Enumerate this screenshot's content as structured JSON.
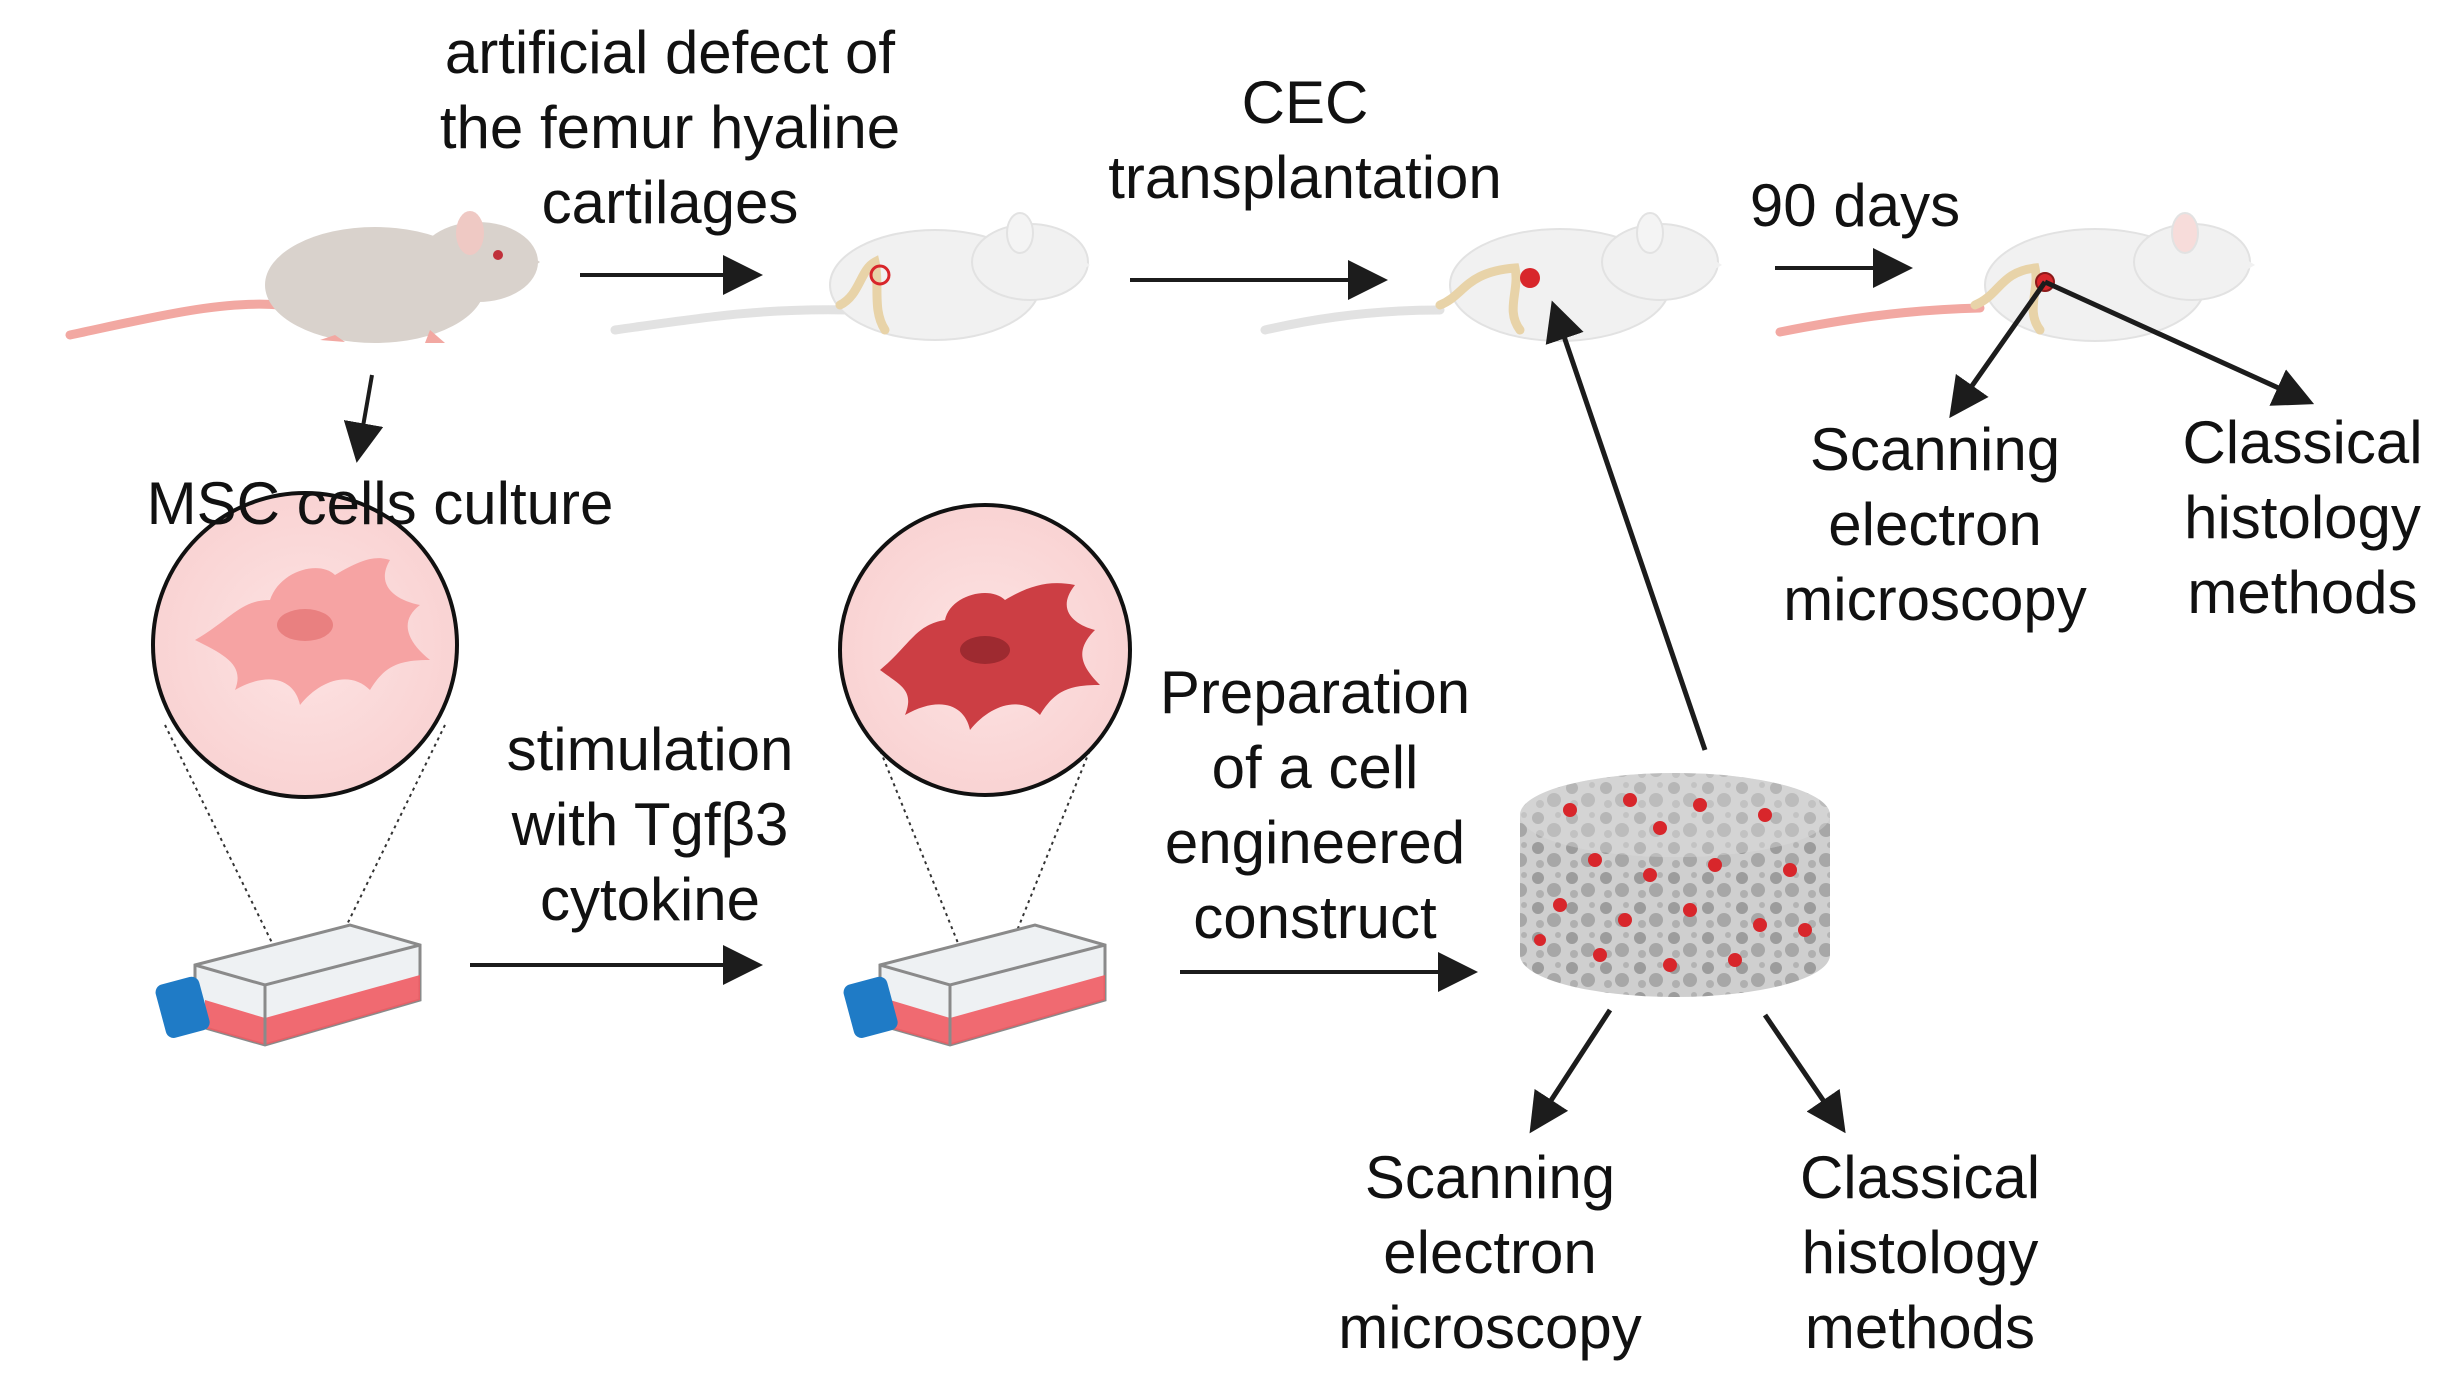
{
  "steps": {
    "defect_label": [
      "artificial defect of",
      "the femur hyaline",
      "cartilages"
    ],
    "cec_label": [
      "CEC",
      "transplantation"
    ],
    "days_label": [
      "90 days"
    ],
    "msc_label": [
      "MSC cells culture"
    ],
    "stimulation_label": [
      "stimulation",
      "with Tgfβ3",
      "cytokine"
    ],
    "preparation_label": [
      "Preparation",
      "of a cell",
      "engineered",
      "construct"
    ]
  },
  "analysis_top": {
    "sem_label": [
      "Scanning",
      "electron",
      "microscopy"
    ],
    "histology_label": [
      "Classical",
      "histology",
      "methods"
    ]
  },
  "analysis_bottom": {
    "sem_label": [
      "Scanning",
      "electron",
      "microscopy"
    ],
    "histology_label": [
      "Classical",
      "histology",
      "methods"
    ]
  },
  "colors": {
    "arrow": "#1c1c1c",
    "rat_grey": "#d9d2cc",
    "rat_white": "#f1f1f1",
    "tail": "#f2a8a2",
    "defect": "#d8262b",
    "cell_light": "#f6a3a3",
    "cell_dark": "#cc3e44",
    "flask_cap": "#1f7bc6",
    "medium": "#ef5b63",
    "scaffold": "#c6c6c6"
  },
  "icons": [
    "rat-icon",
    "rat-defect-icon",
    "rat-transplant-icon",
    "rat-result-icon",
    "msc-cell-icon",
    "stimulated-cell-icon",
    "culture-flask-icon",
    "scaffold-construct-icon"
  ]
}
